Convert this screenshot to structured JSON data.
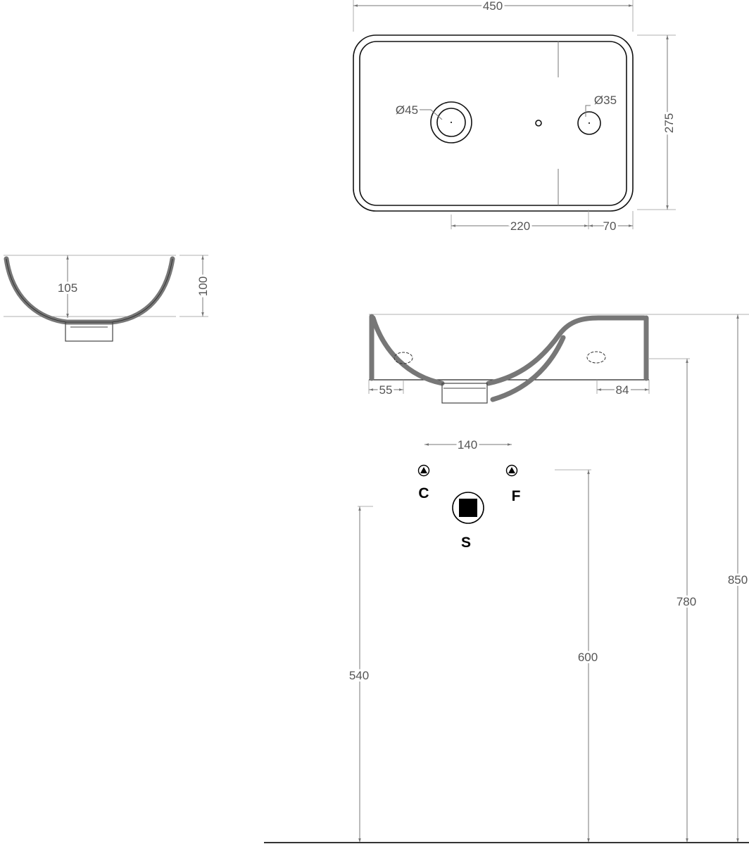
{
  "top_view": {
    "width_label": "450",
    "depth_label": "275",
    "hole_left_label": "Ø45",
    "hole_right_label": "Ø35",
    "offset_220_label": "220",
    "offset_70_label": "70"
  },
  "side_view": {
    "inner_depth_label": "105",
    "height_label": "100"
  },
  "front_view": {
    "left_offset_label": "55",
    "right_offset_label": "84"
  },
  "connections": {
    "spacing_label": "140",
    "cold_label": "C",
    "hot_label": "F",
    "drain_label": "S"
  },
  "heights": {
    "drain_height_label": "540",
    "supply_height_label": "600",
    "basin_bottom_label": "780",
    "basin_top_label": "850"
  }
}
